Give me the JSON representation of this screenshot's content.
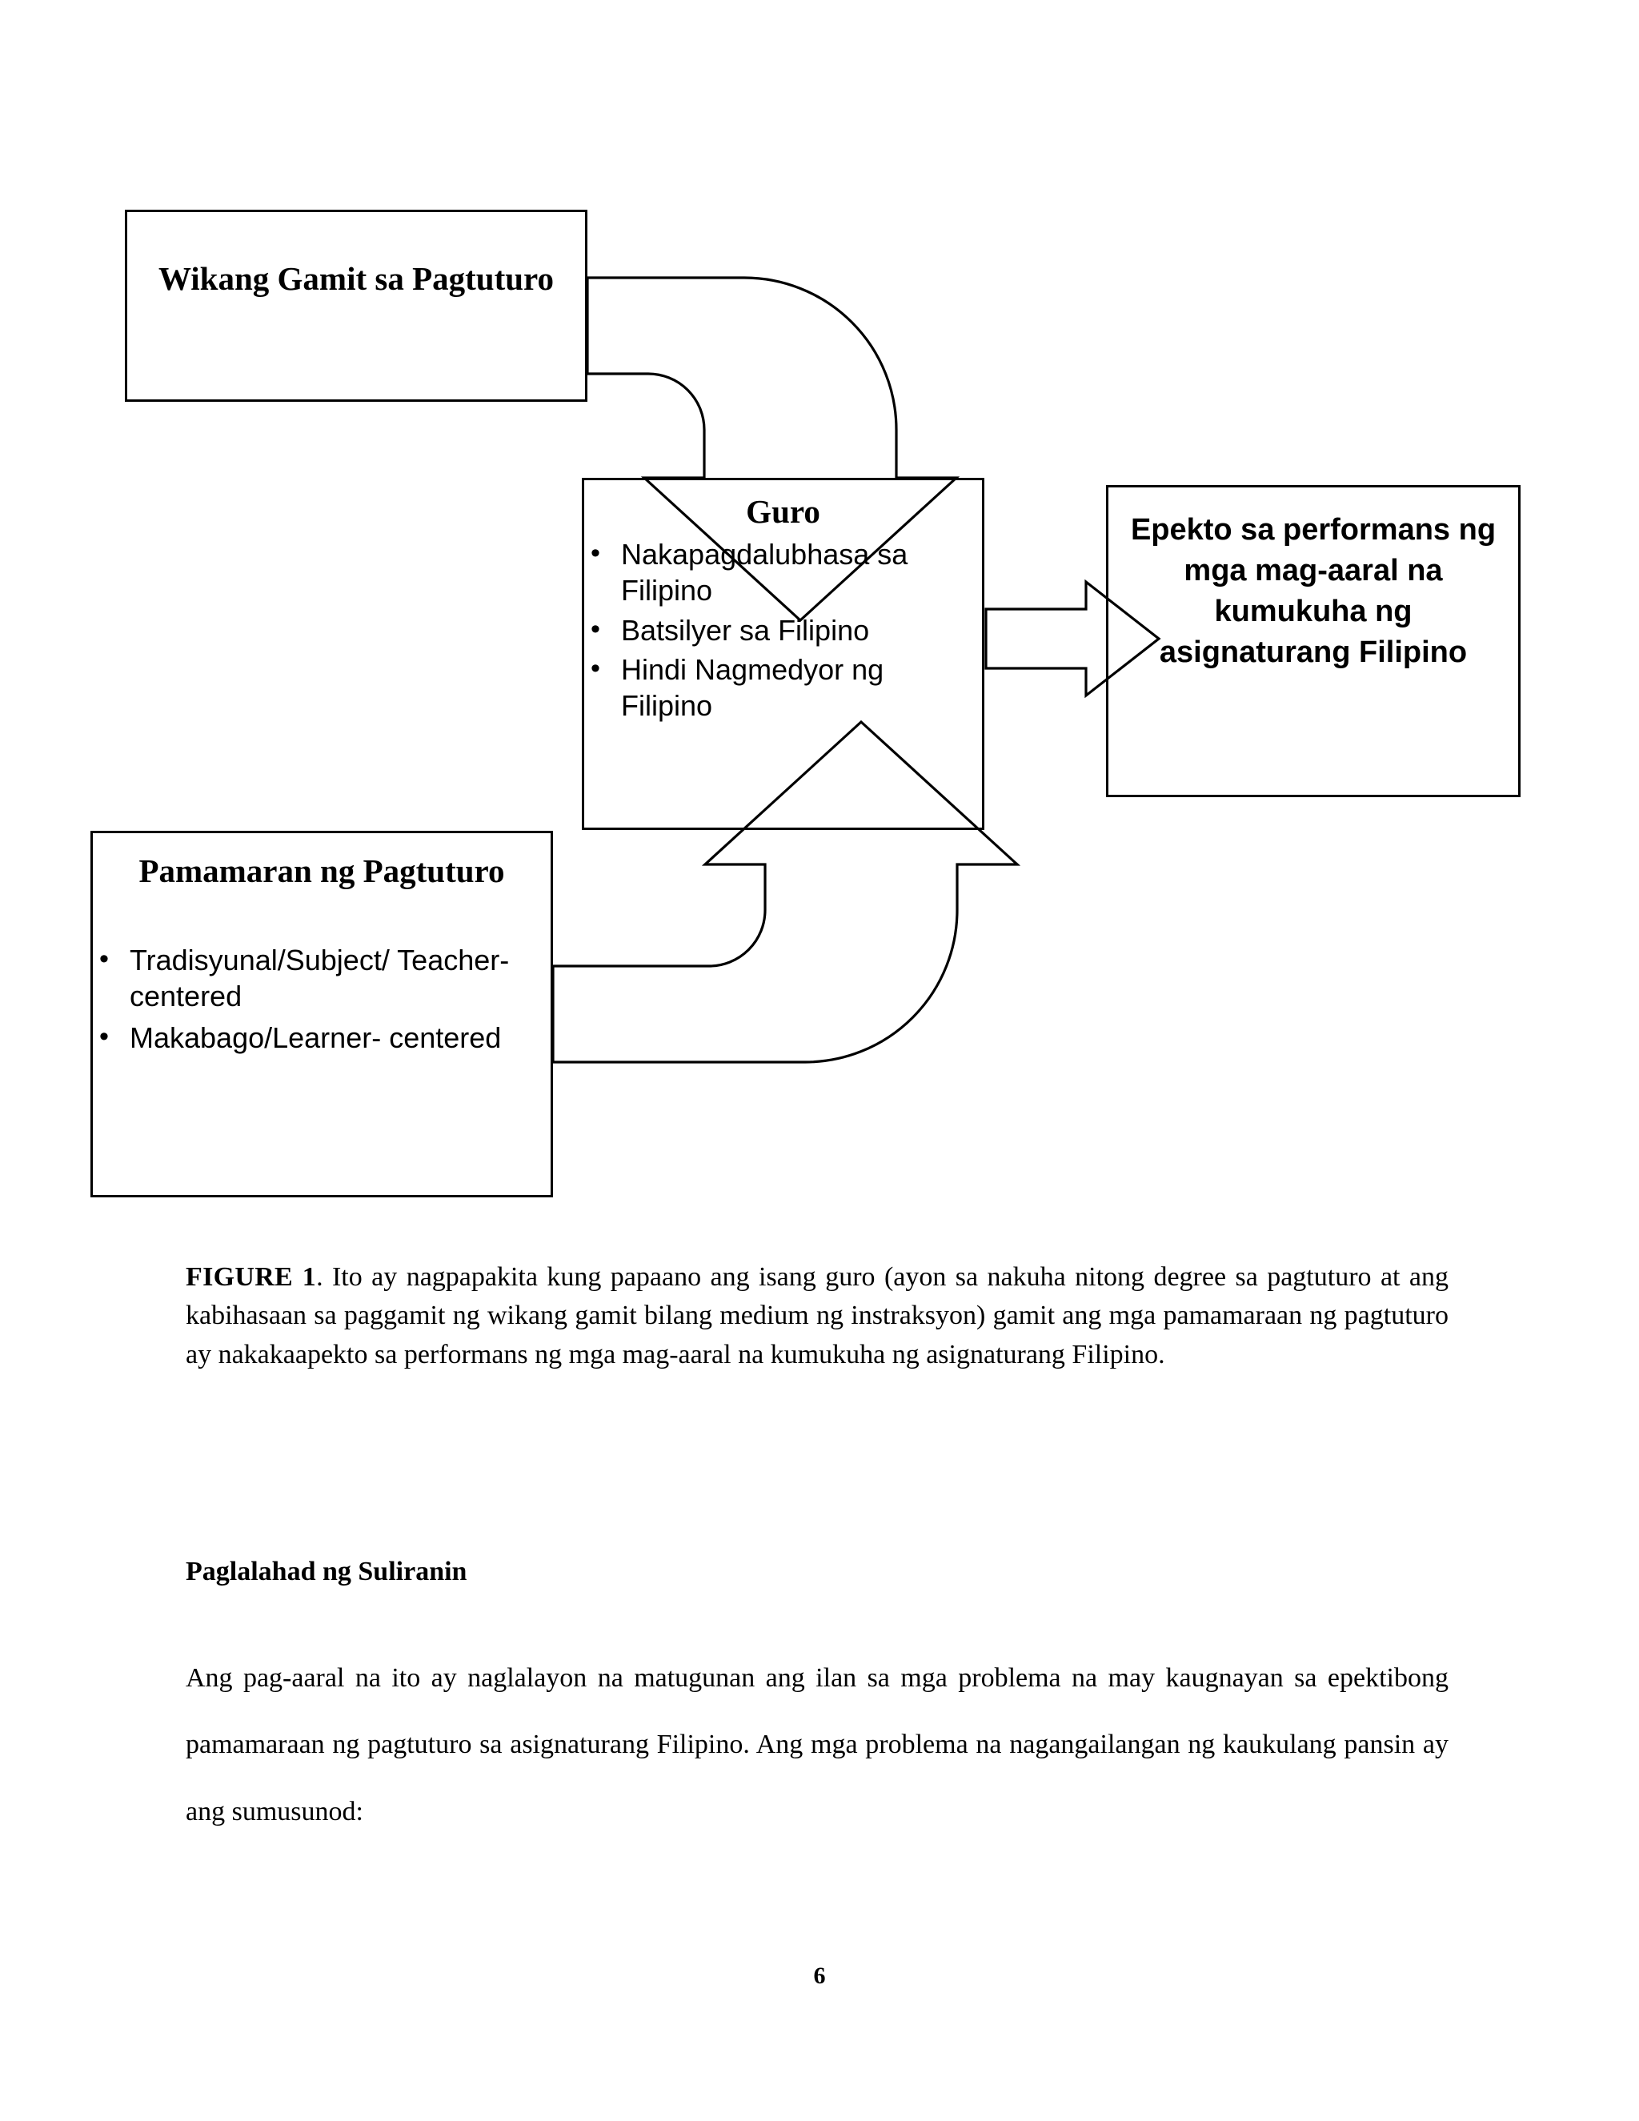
{
  "page": {
    "page_number": "6",
    "background_color": "#ffffff",
    "ink_color": "#000000"
  },
  "diagram": {
    "boxes": [
      {
        "id": "wikang-gamit",
        "title": "Wikang Gamit sa Pagtuturo",
        "items": []
      },
      {
        "id": "guro",
        "title": "Guro",
        "items": [
          "Nakapagdalubhasa sa Filipino",
          "Batsilyer sa Filipino",
          "Hindi Nagmedyor ng Filipino"
        ]
      },
      {
        "id": "epekto",
        "title": "Epekto sa performans ng mga mag-aaral na kumukuha ng asignaturang Filipino",
        "items": []
      },
      {
        "id": "pamamaran",
        "title": "Pamamaran ng Pagtuturo",
        "items": [
          "Tradisyunal/Subject/ Teacher-centered",
          "Makabago/Learner- centered"
        ]
      }
    ],
    "arrows": [
      {
        "id": "wikang-to-guro",
        "shape": "curved-block-arrow",
        "direction": "down",
        "from": "wikang-gamit",
        "to": "guro"
      },
      {
        "id": "guro-to-epekto",
        "shape": "straight-block-arrow",
        "direction": "right",
        "from": "guro",
        "to": "epekto"
      },
      {
        "id": "pamamaran-to-guro",
        "shape": "curved-block-arrow",
        "direction": "up",
        "from": "pamamaran",
        "to": "guro"
      }
    ],
    "bullet_glyph": "•"
  },
  "caption": {
    "label": "FIGURE 1",
    "text": ". Ito ay nagpapakita kung papaano ang isang guro (ayon sa nakuha nitong degree sa pagtuturo at ang kabihasaan sa paggamit ng wikang gamit bilang medium ng instraksyon) gamit ang mga pamamaraan ng pagtuturo ay nakakaapekto sa performans ng mga mag-aaral na kumukuha ng asignaturang Filipino."
  },
  "section": {
    "heading": "Paglalahad ng Suliranin",
    "paragraph": "Ang pag-aaral na ito ay naglalayon na matugunan ang ilan sa mga problema na may kaugnayan sa epektibong pamamaraan ng pagtuturo sa asignaturang Filipino. Ang mga problema na nagangailangan ng kaukulang pansin ay ang sumusunod:"
  }
}
